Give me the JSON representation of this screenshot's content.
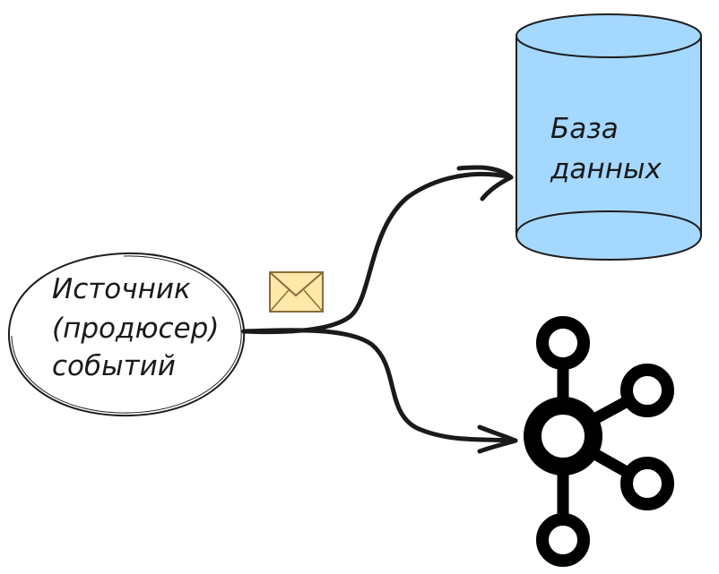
{
  "source_node": {
    "lines": [
      "Источник",
      "(продюсер)",
      "событий"
    ]
  },
  "database_node": {
    "lines": [
      "База",
      "данных"
    ],
    "fill_color": "#a5d8ff"
  },
  "message_icon": {
    "name": "envelope-icon",
    "fill_color": "#ffe8a8"
  },
  "broker_icon": {
    "name": "kafka-logo-icon"
  }
}
